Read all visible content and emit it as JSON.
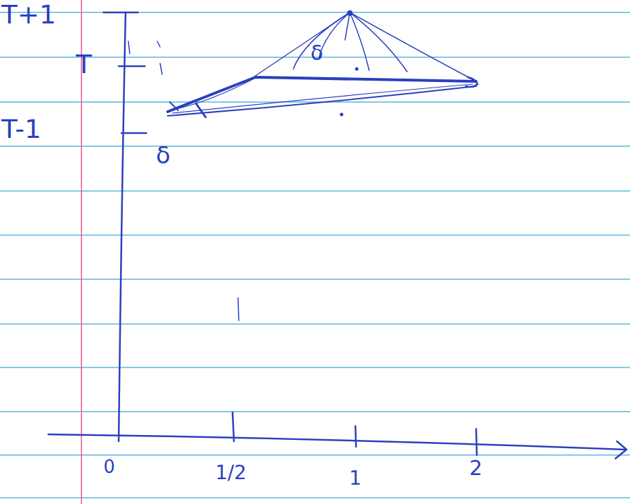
{
  "diagram": {
    "labels": [
      "T+1",
      "T",
      "δ",
      "T-1",
      "δ",
      "0",
      "1/2",
      "1",
      "2"
    ]
  }
}
